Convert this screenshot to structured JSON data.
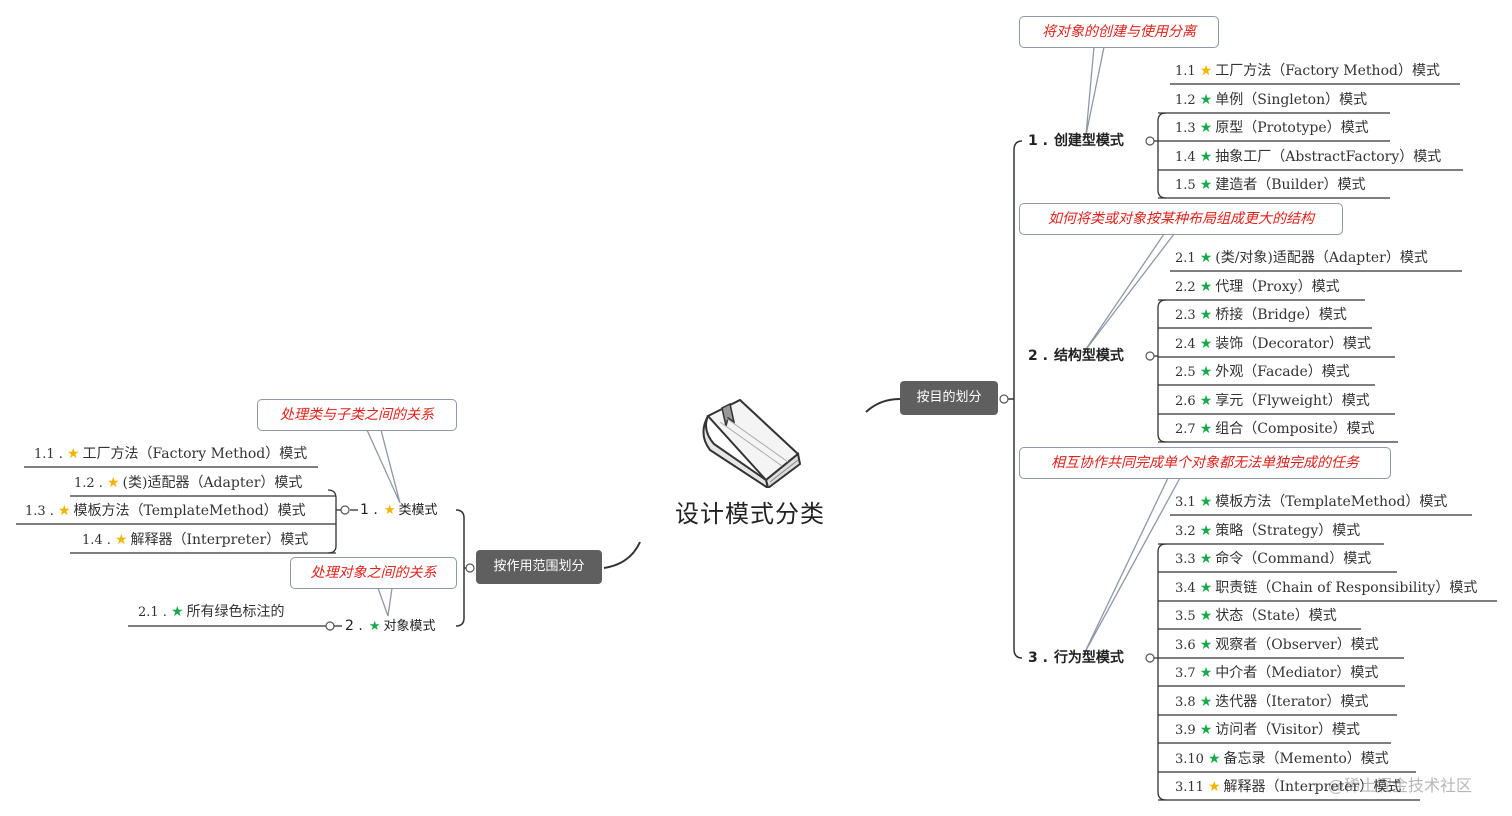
{
  "title": "设计模式分类",
  "watermark": "@稀土掘金技术社区",
  "colors": {
    "callout_text": "#e0211b",
    "callout_border": "#8f97a8",
    "pill_bg": "#5f5f5f",
    "star_green": "#19a94a",
    "star_yellow": "#f5b400"
  },
  "right": {
    "pill": "按目的划分",
    "categories": [
      {
        "num": "1 .",
        "label": "创建型模式",
        "callout": "将对象的创建与使用分离",
        "items": [
          {
            "num": "1.1",
            "star": "yellow",
            "text": "工厂方法（Factory Method）模式"
          },
          {
            "num": "1.2",
            "star": "green",
            "text": "单例（Singleton）模式"
          },
          {
            "num": "1.3",
            "star": "green",
            "text": "原型（Prototype）模式"
          },
          {
            "num": "1.4",
            "star": "green",
            "text": "抽象工厂（AbstractFactory）模式"
          },
          {
            "num": "1.5",
            "star": "green",
            "text": "建造者（Builder）模式"
          }
        ]
      },
      {
        "num": "2 .",
        "label": "结构型模式",
        "callout": "如何将类或对象按某种布局组成更大的结构",
        "items": [
          {
            "num": "2.1",
            "star": "green",
            "text": "(类/对象)适配器（Adapter）模式"
          },
          {
            "num": "2.2",
            "star": "green",
            "text": "代理（Proxy）模式"
          },
          {
            "num": "2.3",
            "star": "green",
            "text": "桥接（Bridge）模式"
          },
          {
            "num": "2.4",
            "star": "green",
            "text": "装饰（Decorator）模式"
          },
          {
            "num": "2.5",
            "star": "green",
            "text": "外观（Facade）模式"
          },
          {
            "num": "2.6",
            "star": "green",
            "text": "享元（Flyweight）模式"
          },
          {
            "num": "2.7",
            "star": "green",
            "text": "组合（Composite）模式"
          }
        ]
      },
      {
        "num": "3 .",
        "label": "行为型模式",
        "callout": "相互协作共同完成单个对象都无法单独完成的任务",
        "items": [
          {
            "num": "3.1",
            "star": "green",
            "text": "模板方法（TemplateMethod）模式"
          },
          {
            "num": "3.2",
            "star": "green",
            "text": "策略（Strategy）模式"
          },
          {
            "num": "3.3",
            "star": "green",
            "text": "命令（Command）模式"
          },
          {
            "num": "3.4",
            "star": "green",
            "text": "职责链（Chain of Responsibility）模式"
          },
          {
            "num": "3.5",
            "star": "green",
            "text": "状态（State）模式"
          },
          {
            "num": "3.6",
            "star": "green",
            "text": "观察者（Observer）模式"
          },
          {
            "num": "3.7",
            "star": "green",
            "text": "中介者（Mediator）模式"
          },
          {
            "num": "3.8",
            "star": "green",
            "text": "迭代器（Iterator）模式"
          },
          {
            "num": "3.9",
            "star": "green",
            "text": "访问者（Visitor）模式"
          },
          {
            "num": "3.10",
            "star": "green",
            "text": "备忘录（Memento）模式"
          },
          {
            "num": "3.11",
            "star": "yellow",
            "text": "解释器（Interpreter）模式"
          }
        ]
      }
    ]
  },
  "left": {
    "pill": "按作用范围划分",
    "categories": [
      {
        "num": "1 .",
        "star": "yellow",
        "label": "类模式",
        "callout": "处理类与子类之间的关系",
        "items": [
          {
            "num": "1.1 .",
            "star": "yellow",
            "text": "工厂方法（Factory Method）模式"
          },
          {
            "num": "1.2 .",
            "star": "yellow",
            "text": "(类)适配器（Adapter）模式"
          },
          {
            "num": "1.3 .",
            "star": "yellow",
            "text": "模板方法（TemplateMethod）模式"
          },
          {
            "num": "1.4 .",
            "star": "yellow",
            "text": "解释器（Interpreter）模式"
          }
        ]
      },
      {
        "num": "2 .",
        "star": "green",
        "label": "对象模式",
        "callout": "处理对象之间的关系",
        "items": [
          {
            "num": "2.1 .",
            "star": "green",
            "text": "所有绿色标注的"
          }
        ]
      }
    ]
  }
}
